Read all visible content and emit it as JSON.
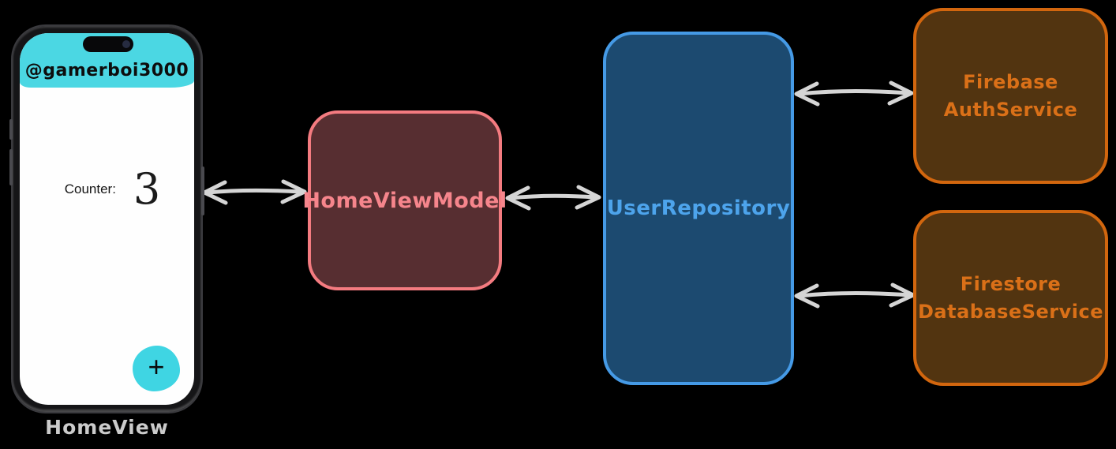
{
  "phone": {
    "username": "@gamerboi3000",
    "counter_label": "Counter:",
    "counter_value": "3",
    "add_button_label": "+",
    "caption": "HomeView",
    "header_color": "#4bd7e3",
    "add_button_color": "#3fd5e3",
    "frame_color": "#151517",
    "screen_color": "#fefefe"
  },
  "nodes": {
    "viewmodel": {
      "label": "HomeViewModel",
      "fill": "#572e31",
      "border": "#f47b80",
      "text_color": "#f6858c"
    },
    "repository": {
      "label": "UserRepository",
      "fill": "#1c4a70",
      "border": "#459ae6",
      "text_color": "#4da4ec"
    },
    "auth": {
      "line1": "Firebase",
      "line2": "AuthService",
      "fill": "#523410",
      "border": "#d2660e",
      "text_color": "#da7018"
    },
    "firestore": {
      "line1": "Firestore",
      "line2": "DatabaseService",
      "fill": "#523410",
      "border": "#d2660e",
      "text_color": "#da7018"
    }
  },
  "arrows": {
    "color": "#d5d5d5",
    "style": "bidirectional",
    "connections": [
      "HomeView <-> HomeViewModel",
      "HomeViewModel <-> UserRepository",
      "UserRepository <-> Firebase AuthService",
      "UserRepository <-> Firestore DatabaseService"
    ]
  },
  "background_color": "#000000"
}
